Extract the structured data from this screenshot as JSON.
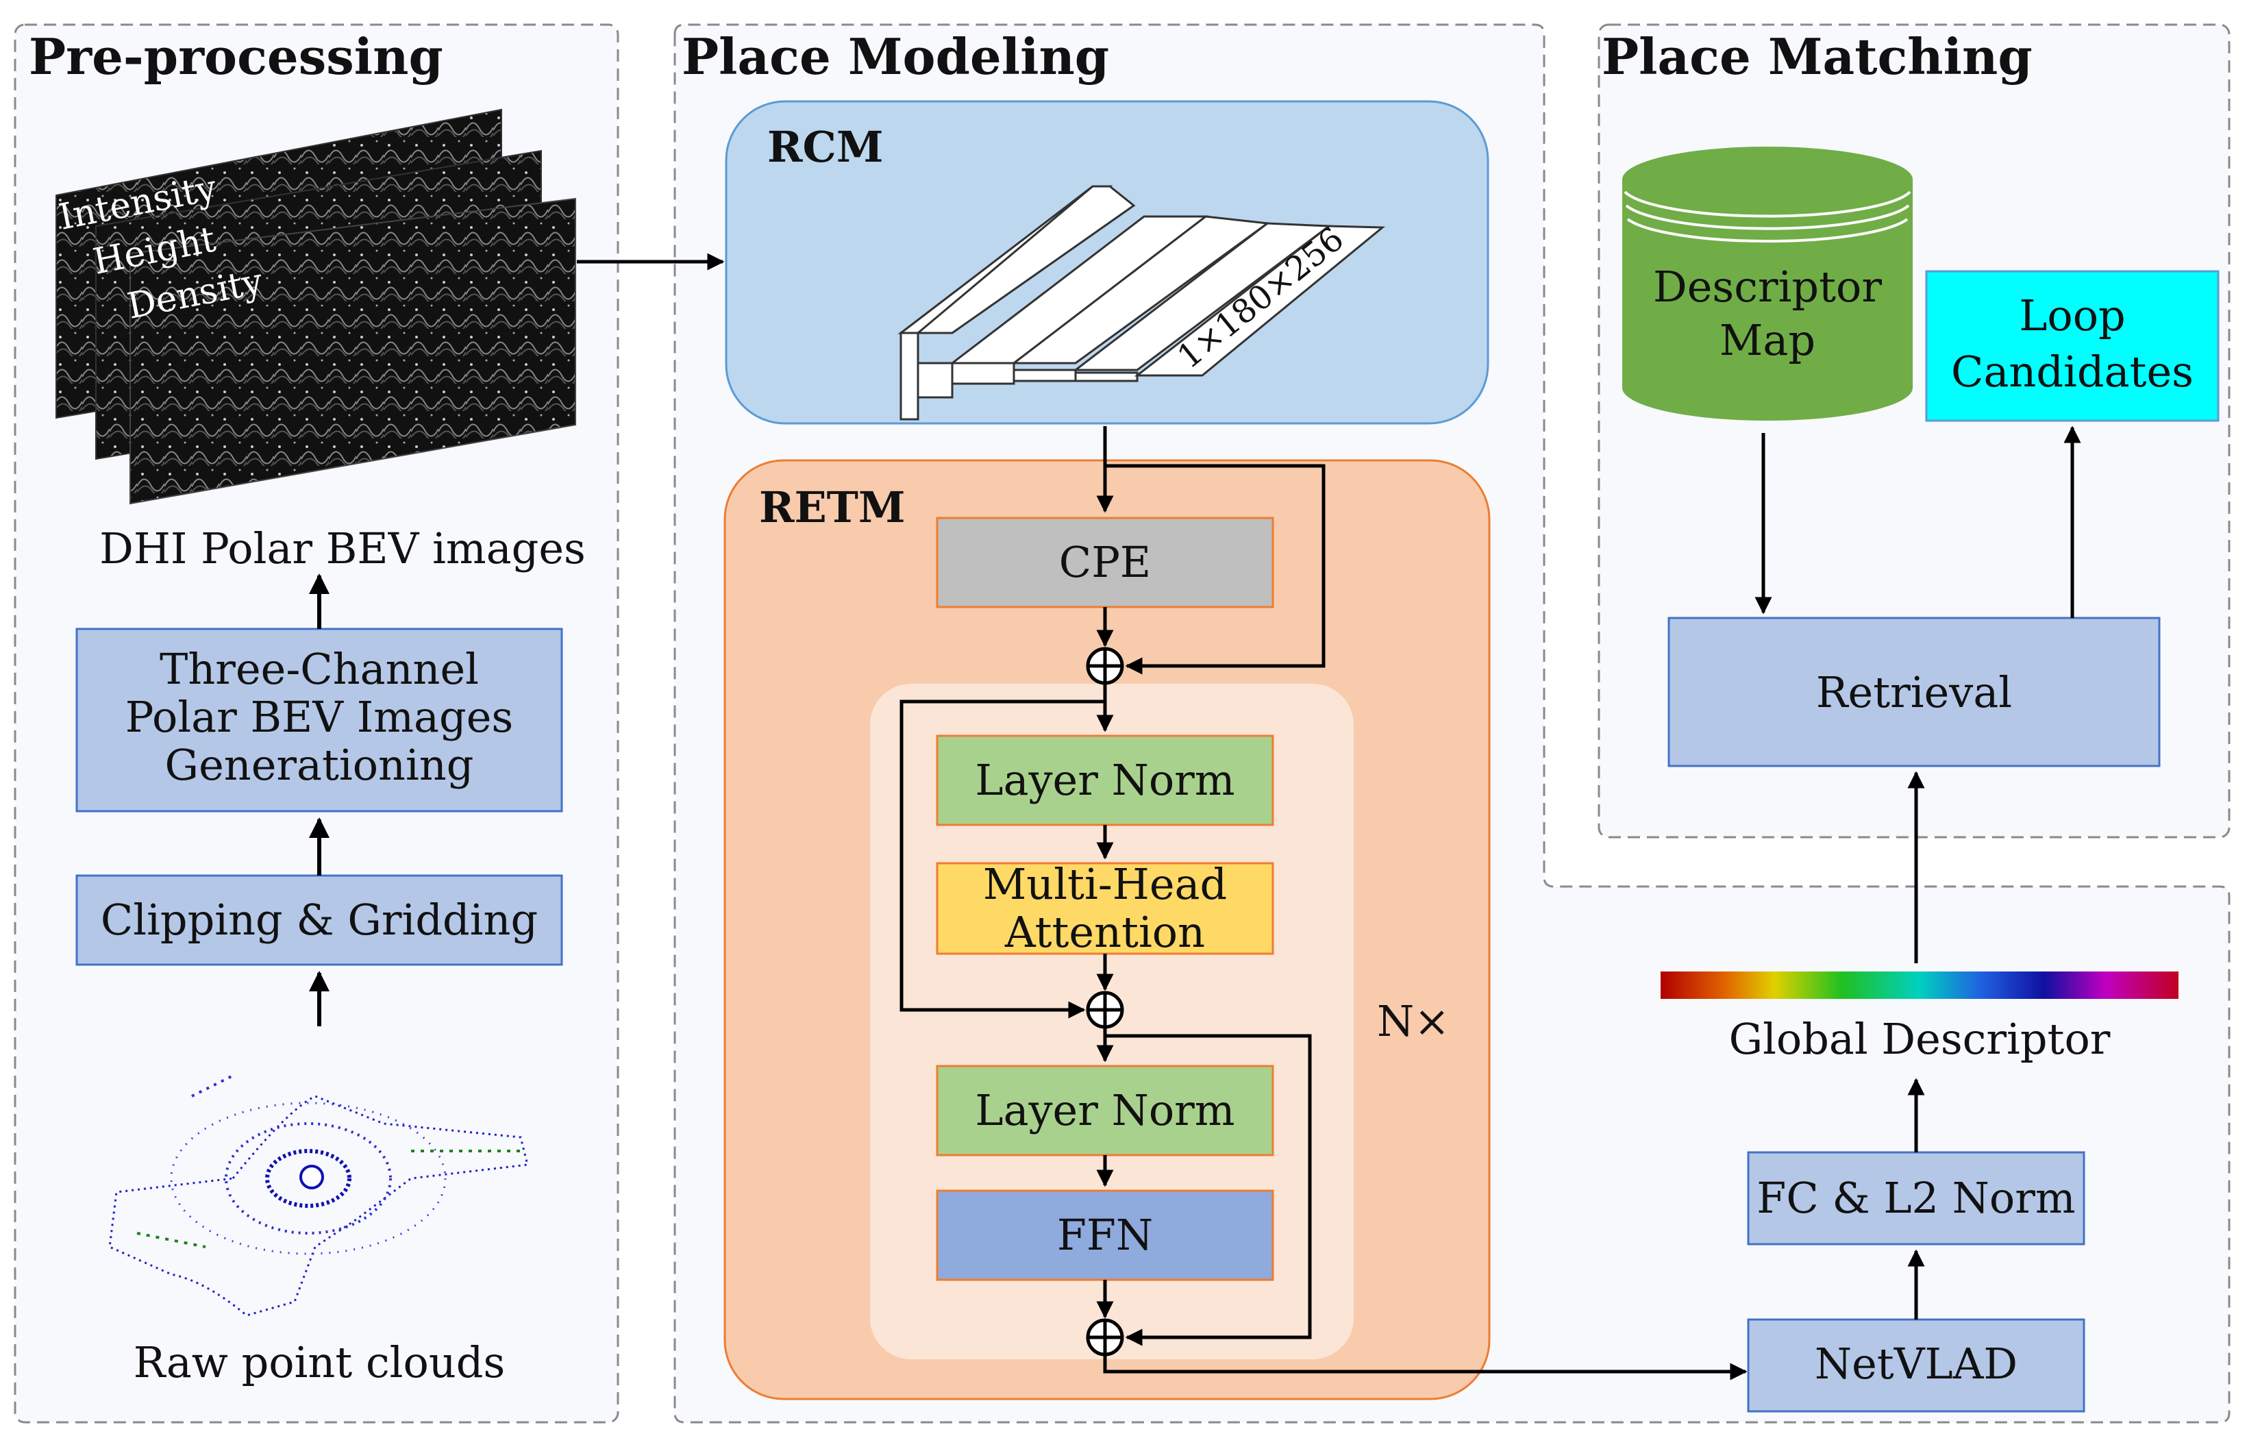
{
  "sections": {
    "preprocessing": "Pre-processing",
    "place_modeling": "Place Modeling",
    "place_matching": "Place Matching"
  },
  "preprocessing": {
    "channels": [
      "Intensity",
      "Height",
      "Density"
    ],
    "bev_caption": "DHI Polar BEV images",
    "generation_lines": [
      "Three-Channel",
      "Polar BEV Images",
      "Generationing"
    ],
    "clipping": "Clipping & Gridding",
    "raw_caption": "Raw point clouds"
  },
  "rcm": {
    "label": "RCM",
    "dims": "1×180×256"
  },
  "retm": {
    "label": "RETM",
    "cpe": "CPE",
    "layer_norm_1": "Layer Norm",
    "mha_lines": [
      "Multi-Head",
      "Attention"
    ],
    "layer_norm_2": "Layer Norm",
    "ffn": "FFN",
    "repeat": "N×"
  },
  "matching": {
    "descriptor_map_lines": [
      "Descriptor",
      "Map"
    ],
    "loop_candidates_lines": [
      "Loop",
      "Candidates"
    ],
    "retrieval": "Retrieval",
    "global_descriptor": "Global Descriptor",
    "fc_l2": "FC & L2 Norm",
    "netvlad": "NetVLAD"
  },
  "colors": {
    "blue_box": "#b4c7e7",
    "rcm_fill": "#bdd7ee",
    "retm_fill": "#f8cbad",
    "inner_fill": "#fbe5d6",
    "cpe_fill": "#bfbfbf",
    "norm_fill": "#a9d18e",
    "mha_fill": "#ffd966",
    "ffn_fill": "#8faadc",
    "cylinder": "#70ad47",
    "loop_fill": "#00ffff"
  }
}
